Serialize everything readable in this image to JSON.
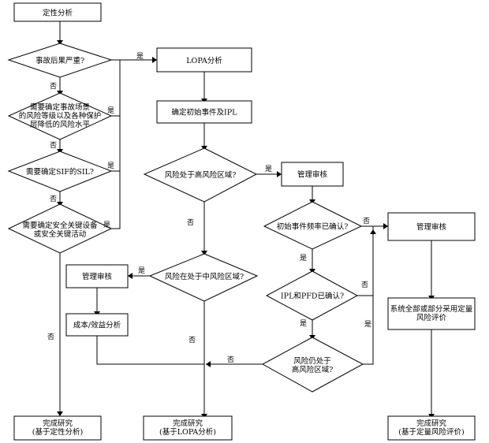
{
  "nodes": {
    "qualitative_analysis": [
      "定性分析"
    ],
    "q_severe": [
      "事故后果严重?"
    ],
    "q_risk_level": [
      "需要确定事故场景",
      "的风险等级以及各种保护",
      "层降低的风险水平"
    ],
    "q_sil": [
      "需要确定SIF的SIL?"
    ],
    "q_safety_critical": [
      "需要确定安全关键设备",
      "或安全关键活动"
    ],
    "lopa_analysis": [
      "LOPA分析"
    ],
    "identify_ie_ipl": [
      "确定初始事件及IPL"
    ],
    "q_high_risk": [
      "风险处于高风险区域?"
    ],
    "mgmt_review_1": [
      "管理审核"
    ],
    "q_ie_freq": [
      "初始事件频率已确认?"
    ],
    "q_ipl_pfd": [
      "IPL和PFD已确认?"
    ],
    "q_still_high": [
      "风险仍处于",
      "高风险区域?"
    ],
    "q_medium_risk": [
      "风险在处于中风险区域?"
    ],
    "mgmt_review_2": [
      "管理审核"
    ],
    "cost_benefit": [
      "成本/效益分析"
    ],
    "mgmt_review_3": [
      "管理审核"
    ],
    "quantitative": [
      "系统全部或部分采用定量",
      "风险评价"
    ],
    "done_qualitative": [
      "完成研究",
      "(基于定性分析)"
    ],
    "done_lopa": [
      "完成研究",
      "(基于LOPA分析)"
    ],
    "done_quantitative": [
      "完成研究",
      "(基于定量风险评价)"
    ]
  },
  "edge_labels": {
    "yes": "是",
    "no": "否"
  }
}
